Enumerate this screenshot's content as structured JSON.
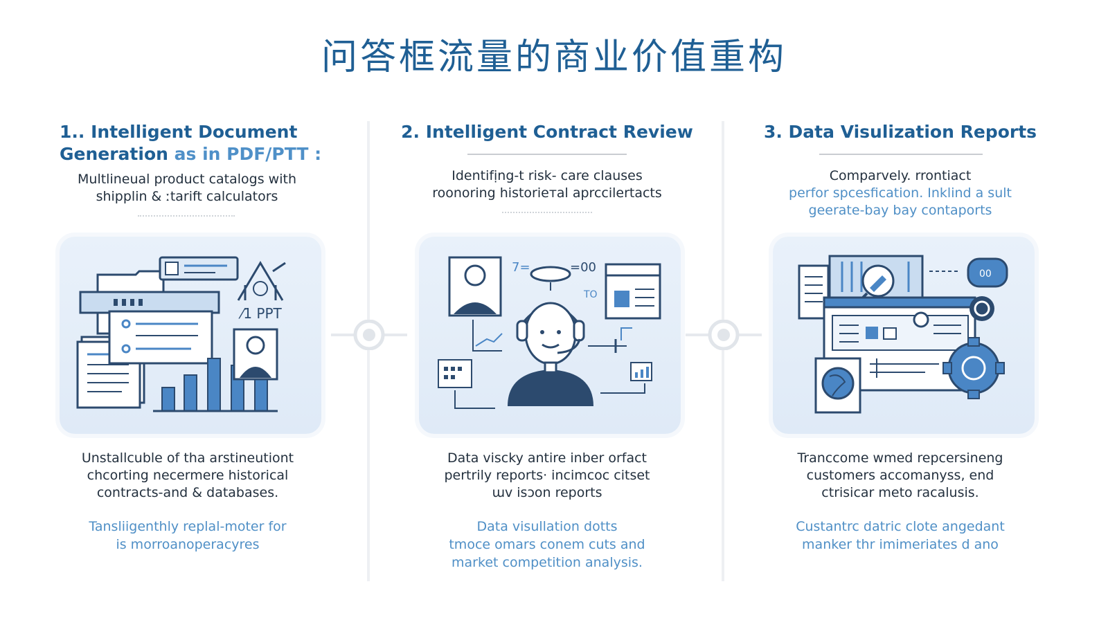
{
  "title": "问答框流量的商业价值重构",
  "columns": [
    {
      "heading_lines": [
        "1.. Intelligent Document",
        "Generation",
        " as in PDF/PTT :"
      ],
      "subtitle_lines": [
        "Multlineual product catalogs with",
        "shipplin & ːtarift calculators"
      ],
      "illustration_label": "⁄1 PPT",
      "body_lines": [
        "Unstallcuble of tha arstineutiont",
        "chcorting necermere historical",
        "contracts-and & databases."
      ],
      "accent_lines": [
        "Tansliigenthly replal-moter for",
        "is morroanoperacyres"
      ]
    },
    {
      "heading_lines": [
        "2. Intelligent Contract Review"
      ],
      "subtitle_lines": [
        "Identifịng-t risk- care clauses",
        "roonoring historieтal aprccilertacts"
      ],
      "illustration_labels": [
        "7=",
        "=00",
        "TO"
      ],
      "body_lines": [
        "Data viscky antire inber orfact",
        "pertrily reports· incimcoc citset",
        "ɯv isɔon reports"
      ],
      "accent_lines": [
        "Data visullation dotts",
        "tmoce omars conem cuts and",
        "market competition analysis."
      ]
    },
    {
      "heading_lines": [
        "3. Data Visulization Reports"
      ],
      "subtitle_lines": [
        "Comparvely. rrontiact"
      ],
      "subtitle_blue_lines": [
        "perfor spcesfication. Inklind a sult",
        "geerate-bay bay contaports"
      ],
      "illustration_label": "00",
      "body_lines": [
        "Tranccome wmed repcersineng",
        "customers accomanyss, end",
        "ctrisicar meto racalusis."
      ],
      "accent_lines": [
        "Custantrc datric clote angedant",
        "manker thr imimeriates d ano"
      ]
    }
  ],
  "colors": {
    "title": "#1f5f94",
    "heading": "#1f5f94",
    "accent": "#4f8fc6",
    "panel": "#e3edf8",
    "icon_dark": "#2c4a6e",
    "icon_mid": "#4a86c5"
  }
}
